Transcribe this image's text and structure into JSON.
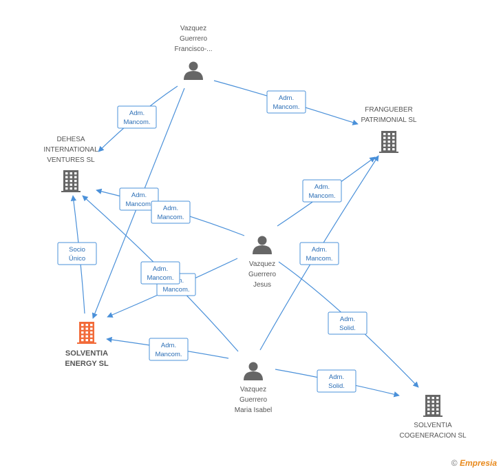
{
  "colors": {
    "edge": "#4a90d9",
    "node_person": "#666666",
    "node_company": "#666666",
    "node_focus": "#f26b3a"
  },
  "nodes": [
    {
      "id": "francisco",
      "type": "person",
      "lines": [
        "Vazquez",
        "Guerrero",
        "Francisco-..."
      ]
    },
    {
      "id": "frangueber",
      "type": "company",
      "lines": [
        "FRANGUEBER",
        "PATRIMONIAL SL"
      ]
    },
    {
      "id": "dehesa",
      "type": "company",
      "lines": [
        "DEHESA",
        "INTERNATIONAL",
        "VENTURES SL"
      ]
    },
    {
      "id": "jesus",
      "type": "person",
      "lines": [
        "Vazquez",
        "Guerrero",
        "Jesus"
      ]
    },
    {
      "id": "solventia",
      "type": "company",
      "focus": true,
      "lines": [
        "SOLVENTIA",
        "ENERGY SL"
      ]
    },
    {
      "id": "maria",
      "type": "person",
      "lines": [
        "Vazquez",
        "Guerrero",
        "Maria Isabel"
      ]
    },
    {
      "id": "cogeneracion",
      "type": "company",
      "lines": [
        "SOLVENTIA",
        "COGENERACION SL"
      ]
    }
  ],
  "edges": [
    {
      "from": "francisco",
      "to": "frangueber",
      "label": [
        "Adm.",
        "Mancom."
      ]
    },
    {
      "from": "francisco",
      "to": "dehesa",
      "label": [
        "Adm.",
        "Mancom."
      ]
    },
    {
      "from": "francisco",
      "to": "solventia",
      "label": [
        "Adm.",
        "Mancom."
      ]
    },
    {
      "from": "jesus",
      "to": "dehesa",
      "label": [
        "Adm.",
        "Mancom."
      ]
    },
    {
      "from": "jesus",
      "to": "frangueber",
      "label": [
        "Adm.",
        "Mancom."
      ]
    },
    {
      "from": "jesus",
      "to": "solventia",
      "label": [
        "Adm.",
        "Mancom."
      ]
    },
    {
      "from": "jesus",
      "to": "cogeneracion",
      "label": [
        "Adm.",
        "Solid."
      ]
    },
    {
      "from": "maria",
      "to": "dehesa",
      "label": [
        "Adm.",
        "Mancom."
      ]
    },
    {
      "from": "maria",
      "to": "frangueber",
      "label": [
        "Adm.",
        "Mancom."
      ]
    },
    {
      "from": "maria",
      "to": "solventia",
      "label": [
        "Adm.",
        "Mancom."
      ]
    },
    {
      "from": "maria",
      "to": "cogeneracion",
      "label": [
        "Adm.",
        "Solid."
      ]
    },
    {
      "from": "solventia",
      "to": "dehesa",
      "label": [
        "Socio",
        "Único"
      ]
    }
  ],
  "footer": {
    "copyright": "©",
    "brand": "Empresia"
  }
}
